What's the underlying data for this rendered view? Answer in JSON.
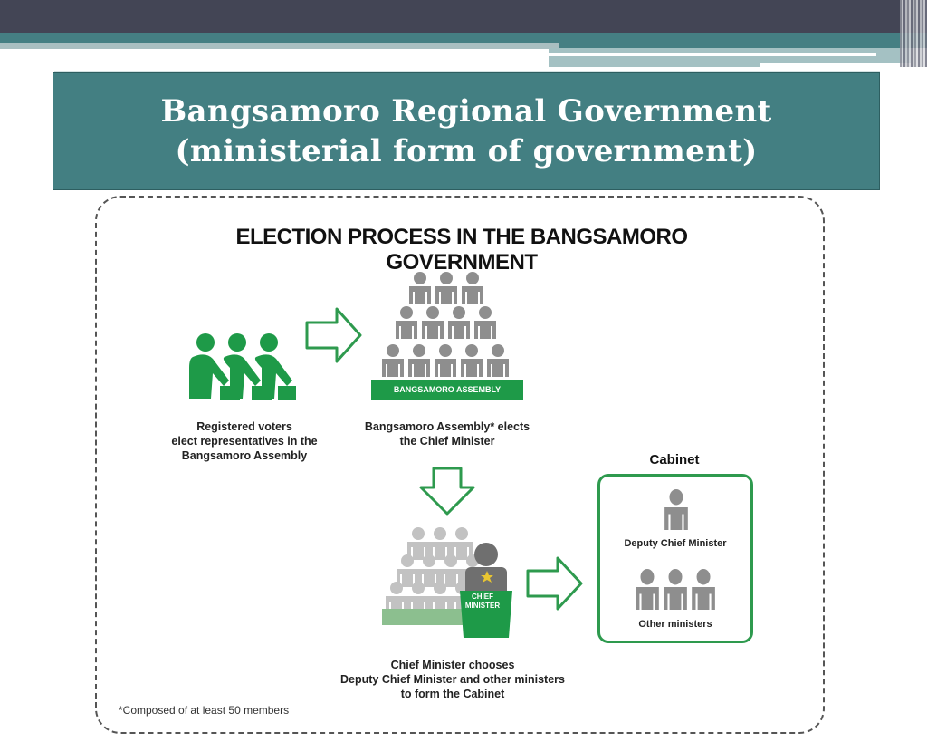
{
  "slide": {
    "title_line1": "Bangsamoro Regional Government",
    "title_line2": "(ministerial form of government)",
    "colors": {
      "header_dark": "#434555",
      "teal": "#437f82",
      "green": "#1e9a48",
      "gray_figure": "#8e8e8e"
    }
  },
  "diagram": {
    "title": "ELECTION PROCESS IN THE BANGSAMORO GOVERNMENT",
    "step1": {
      "icon": "voters-icon",
      "caption": [
        "Registered voters",
        "elect representatives in the",
        "Bangsamoro Assembly"
      ]
    },
    "step2": {
      "icon": "assembly-icon",
      "bar_label": "BANGSAMORO ASSEMBLY",
      "caption": [
        "Bangsamoro Assembly* elects",
        "the Chief Minister"
      ]
    },
    "step3": {
      "icon": "chief-minister-podium-icon",
      "podium_label": [
        "CHIEF",
        "MINISTER"
      ],
      "caption": [
        "Chief Minister chooses",
        "Deputy Chief Minister and other ministers",
        "to form the Cabinet"
      ]
    },
    "cabinet": {
      "title": "Cabinet",
      "deputy_label": "Deputy Chief Minister",
      "ministers_label": "Other ministers"
    },
    "footnote": "*Composed of at least 50 members"
  }
}
